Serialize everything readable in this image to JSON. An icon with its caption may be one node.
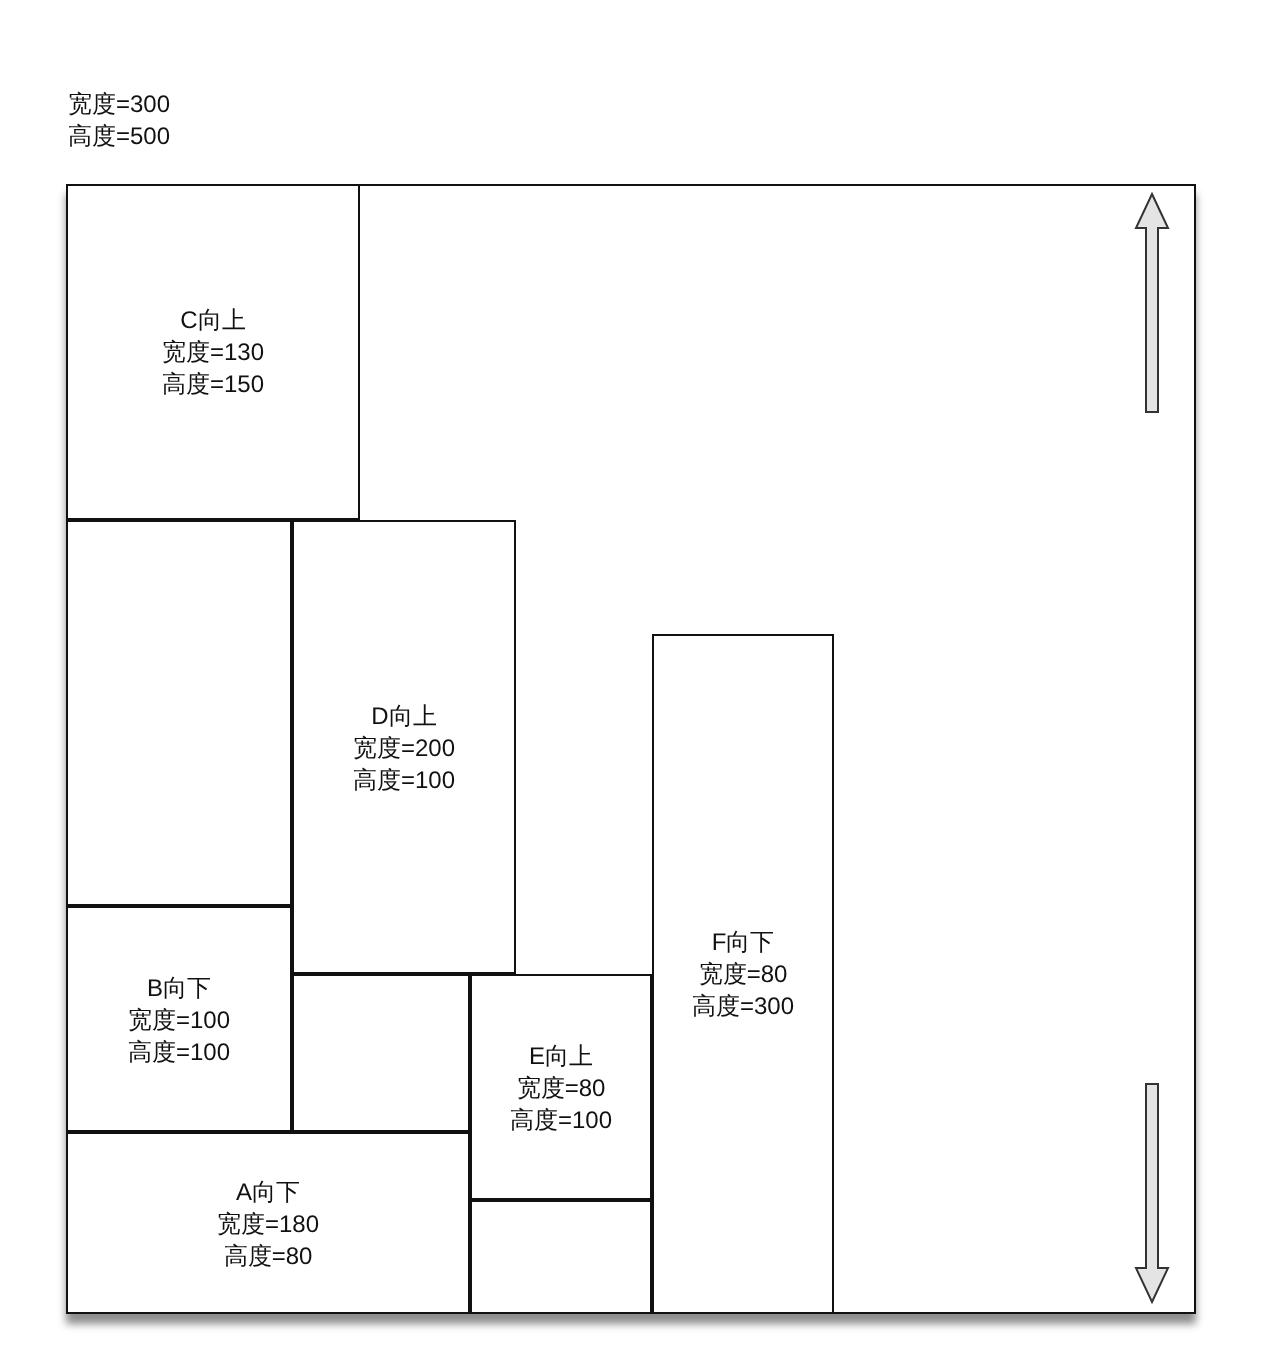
{
  "diagram": {
    "nodes": [
      {
        "text": [
          "宽度=300",
          "高度=500"
        ]
      },
      {
        "text": [
          "C向上",
          "宽度=130",
          "高度=150"
        ],
        "in": 0
      },
      {
        "text": [],
        "shape": "box",
        "in": 0
      },
      {
        "text": [
          "D向上",
          "宽度=200",
          "高度=100"
        ],
        "in": 0
      },
      {
        "text": [
          "F向下",
          "宽度=80",
          "高度=300"
        ],
        "in": 0
      },
      {
        "text": [
          "B向下",
          "宽度=100",
          "高度=100"
        ],
        "in": 0
      },
      {
        "text": [],
        "shape": "box",
        "in": 0
      },
      {
        "text": [
          "E向上",
          "宽度=80",
          "高度=100"
        ],
        "in": 0
      },
      {
        "text": [
          "A向下",
          "宽度=180",
          "高度=80"
        ],
        "in": 0
      },
      {
        "text": [],
        "shape": "box",
        "in": 0
      }
    ]
  }
}
